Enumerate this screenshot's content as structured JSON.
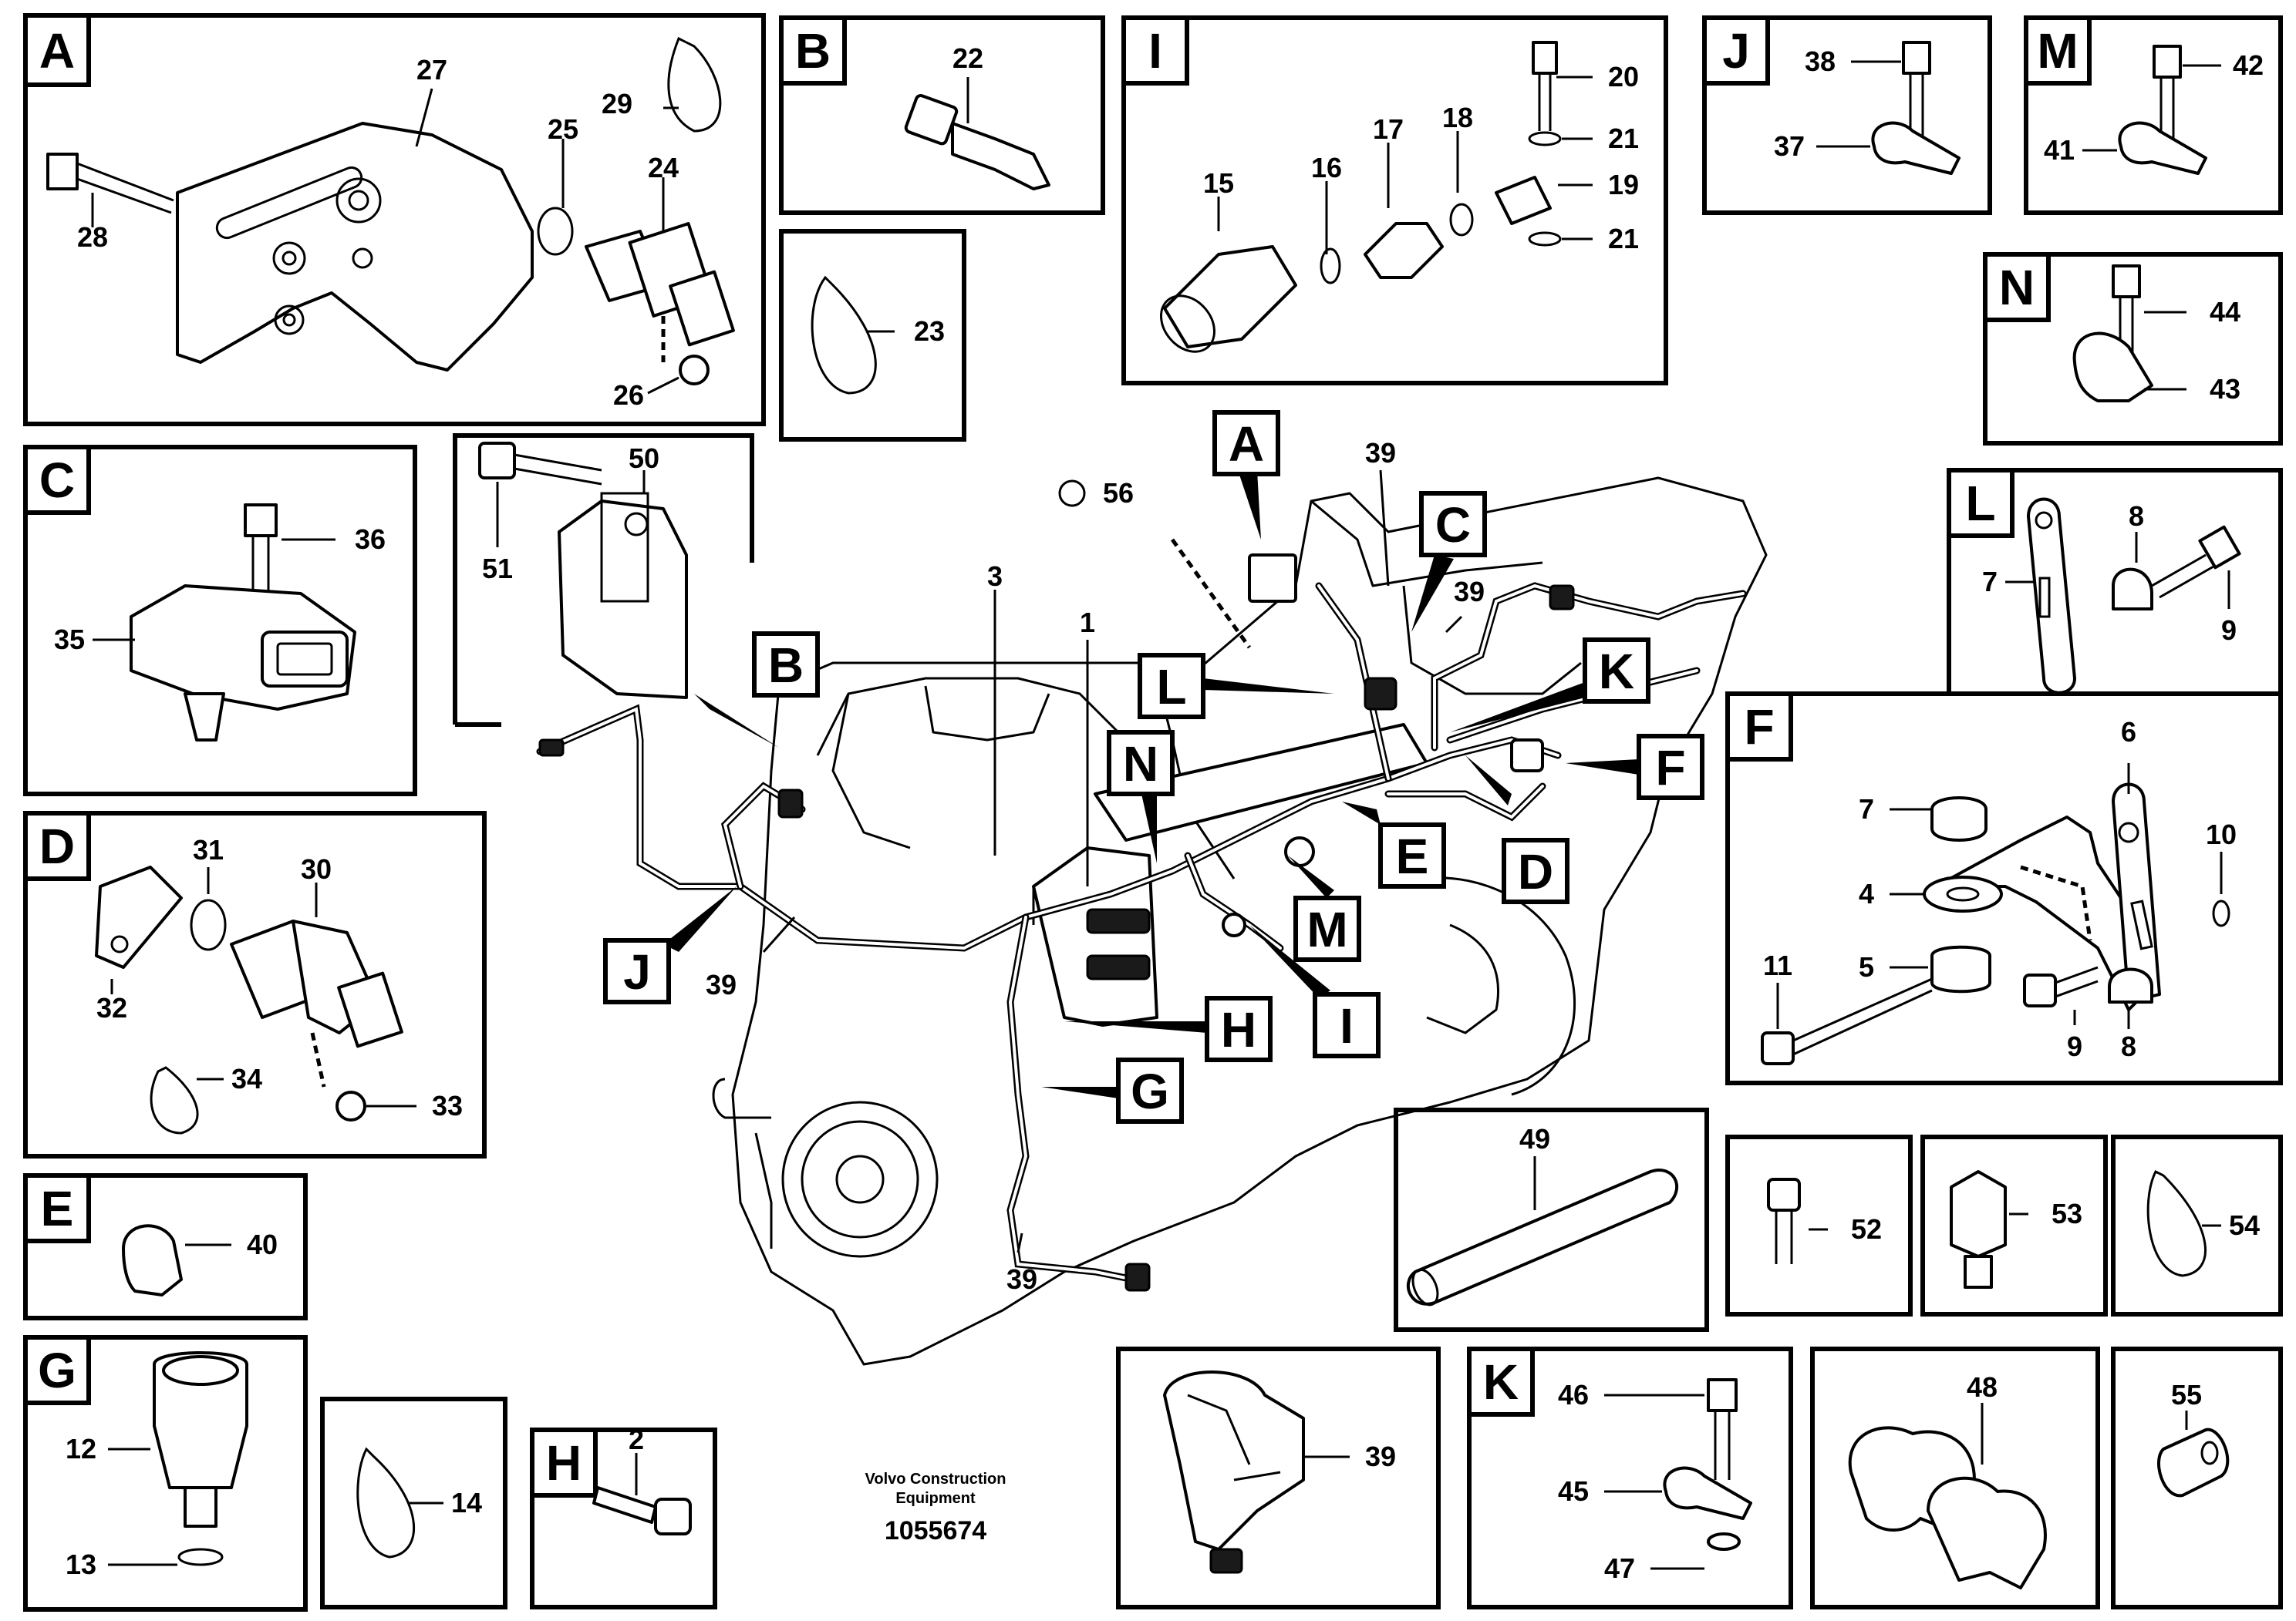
{
  "panels": {
    "A": {
      "letter": "A",
      "parts": [
        "27",
        "29",
        "25",
        "24",
        "28",
        "26"
      ]
    },
    "B": {
      "letter": "B",
      "parts": [
        "22"
      ]
    },
    "I": {
      "letter": "I",
      "parts": [
        "20",
        "17",
        "18",
        "21",
        "19",
        "15",
        "16",
        "21"
      ]
    },
    "J": {
      "letter": "J",
      "parts": [
        "38",
        "37"
      ]
    },
    "M": {
      "letter": "M",
      "parts": [
        "42",
        "41"
      ]
    },
    "N": {
      "letter": "N",
      "parts": [
        "44",
        "43"
      ]
    },
    "C": {
      "letter": "C",
      "parts": [
        "36",
        "35"
      ]
    },
    "L": {
      "letter": "L",
      "parts": [
        "8",
        "7",
        "9"
      ]
    },
    "D": {
      "letter": "D",
      "parts": [
        "31",
        "30",
        "32",
        "34",
        "33"
      ]
    },
    "F": {
      "letter": "F",
      "parts": [
        "7",
        "6",
        "10",
        "4",
        "11",
        "5",
        "9",
        "8"
      ]
    },
    "E": {
      "letter": "E",
      "parts": [
        "40"
      ]
    },
    "G": {
      "letter": "G",
      "parts": [
        "12",
        "13"
      ]
    },
    "H": {
      "letter": "H",
      "parts": [
        "2"
      ]
    },
    "K": {
      "letter": "K",
      "parts": [
        "46",
        "45",
        "47"
      ]
    }
  },
  "loose_parts": {
    "p23": "23",
    "p50": "50",
    "p51": "51",
    "p14": "14",
    "p49": "49",
    "p52": "52",
    "p53": "53",
    "p54": "54",
    "p39_box": "39",
    "p48": "48",
    "p55": "55"
  },
  "main_view": {
    "numbers": {
      "n56": "56",
      "n39_top": "39",
      "n39_right": "39",
      "n3": "3",
      "n1": "1",
      "n39_left": "39",
      "n39_bottom": "39"
    },
    "callouts": {
      "A": "A",
      "B": "B",
      "C": "C",
      "D": "D",
      "E": "E",
      "F": "F",
      "G": "G",
      "H": "H",
      "I": "I",
      "J": "J",
      "K": "K",
      "L": "L",
      "M": "M",
      "N": "N"
    }
  },
  "caption": {
    "line1": "Volvo Construction",
    "line2": "Equipment",
    "doc_number": "1055674"
  }
}
